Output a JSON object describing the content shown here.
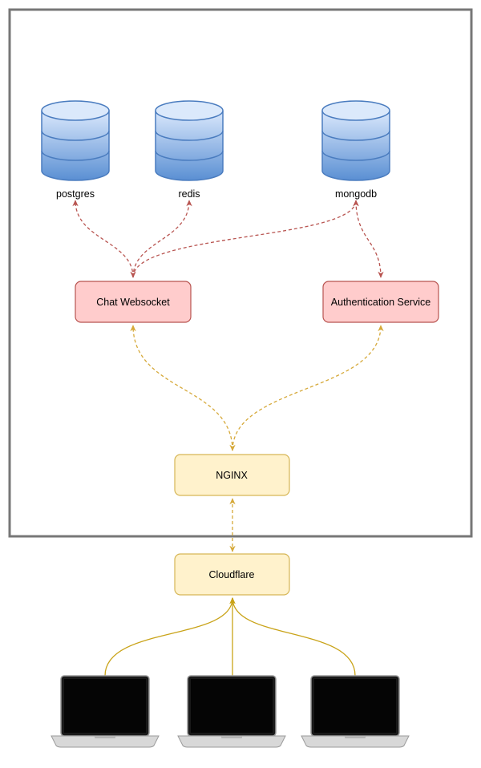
{
  "colors": {
    "frame_stroke": "#777777",
    "db_fill_top": "#d9e9fb",
    "db_fill_bottom": "#5b93d6",
    "db_stroke": "#4a7cbf",
    "service_fill": "#ffcccc",
    "service_stroke": "#b85450",
    "proxy_fill": "#fff2cc",
    "proxy_stroke": "#d6b656",
    "red_edge": "#b85450",
    "gold_edge_dashed": "#d6a93a",
    "gold_edge_solid": "#c9a318"
  },
  "databases": {
    "postgres": {
      "label": "postgres",
      "icon": "database-cylinder-icon"
    },
    "redis": {
      "label": "redis",
      "icon": "database-cylinder-icon"
    },
    "mongodb": {
      "label": "mongodb",
      "icon": "database-cylinder-icon"
    }
  },
  "services": {
    "chat": {
      "label": "Chat Websocket"
    },
    "auth": {
      "label": "Authentication Service"
    }
  },
  "proxies": {
    "nginx": {
      "label": "NGINX"
    },
    "cloudflare": {
      "label": "Cloudflare"
    }
  },
  "clients": [
    {
      "icon": "laptop-icon"
    },
    {
      "icon": "laptop-icon"
    },
    {
      "icon": "laptop-icon"
    }
  ],
  "edges": [
    {
      "from": "chat",
      "to": "postgres",
      "style": "dashed",
      "color": "red",
      "direction": "both"
    },
    {
      "from": "chat",
      "to": "redis",
      "style": "dashed",
      "color": "red",
      "direction": "both"
    },
    {
      "from": "chat",
      "to": "mongodb",
      "style": "dashed",
      "color": "red",
      "direction": "both"
    },
    {
      "from": "auth",
      "to": "mongodb",
      "style": "dashed",
      "color": "red",
      "direction": "both"
    },
    {
      "from": "nginx",
      "to": "chat",
      "style": "dashed",
      "color": "gold",
      "direction": "both"
    },
    {
      "from": "nginx",
      "to": "auth",
      "style": "dashed",
      "color": "gold",
      "direction": "both"
    },
    {
      "from": "nginx",
      "to": "cloudflare",
      "style": "dashed",
      "color": "gold",
      "direction": "both"
    },
    {
      "from": "client-1",
      "to": "cloudflare",
      "style": "solid",
      "color": "gold",
      "direction": "to"
    },
    {
      "from": "client-2",
      "to": "cloudflare",
      "style": "solid",
      "color": "gold",
      "direction": "to"
    },
    {
      "from": "client-3",
      "to": "cloudflare",
      "style": "solid",
      "color": "gold",
      "direction": "to"
    }
  ]
}
